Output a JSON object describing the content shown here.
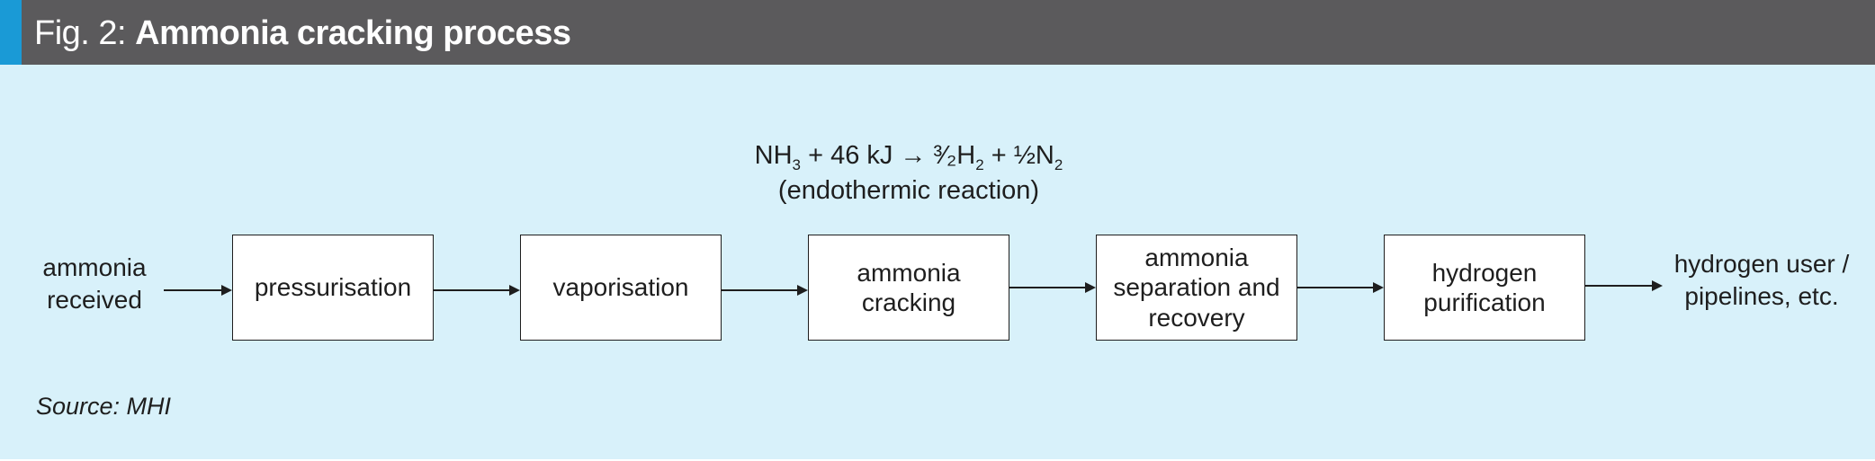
{
  "header": {
    "prefix": "Fig. 2: ",
    "title": "Ammonia cracking process",
    "bar_color": "#5b5a5c",
    "accent_color": "#1a9ad6"
  },
  "background_color": "#d8f1fa",
  "equation": {
    "reactant": "NH",
    "reactant_sub": "3",
    "energy": " + 46 kJ → ³⁄₂H",
    "h_sub": "2",
    "plus": " + ½N",
    "n_sub": "2",
    "note": "(endothermic reaction)"
  },
  "start": "ammonia\nreceived",
  "steps": [
    {
      "label": "pressurisation"
    },
    {
      "label": "vaporisation"
    },
    {
      "label": "ammonia cracking"
    },
    {
      "label": "ammonia separation and recovery"
    },
    {
      "label": "hydrogen purification"
    }
  ],
  "end": "hydrogen user /\npipelines, etc.",
  "source": "Source: MHI"
}
